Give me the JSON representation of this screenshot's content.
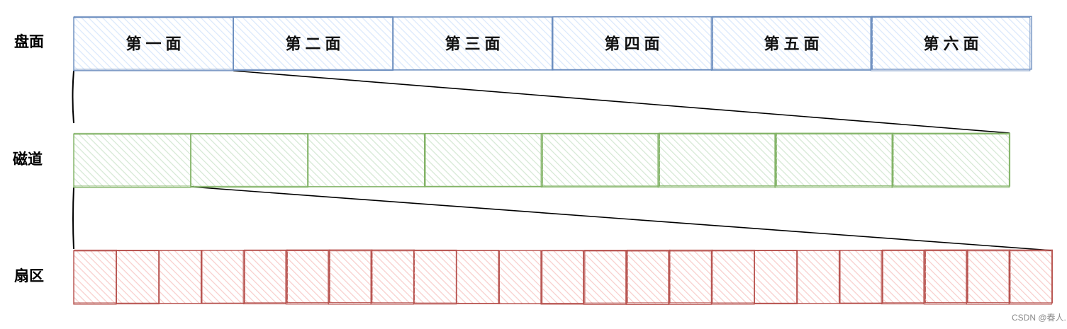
{
  "colors": {
    "platter_stroke": "#6c8ebf",
    "platter_fill": "#dae8fc",
    "track_stroke": "#82b366",
    "track_fill": "#d5e8d4",
    "sector_stroke": "#b85450",
    "sector_fill": "#f8cecc",
    "connector": "#000000"
  },
  "rows": {
    "platter": {
      "label": "盘面",
      "cells": [
        "第一面",
        "第二面",
        "第三面",
        "第四面",
        "第五面",
        "第六面"
      ]
    },
    "track": {
      "label": "磁道",
      "cell_count": 8
    },
    "sector": {
      "label": "扇区",
      "cell_count": 23
    }
  },
  "watermark": "CSDN @春人."
}
